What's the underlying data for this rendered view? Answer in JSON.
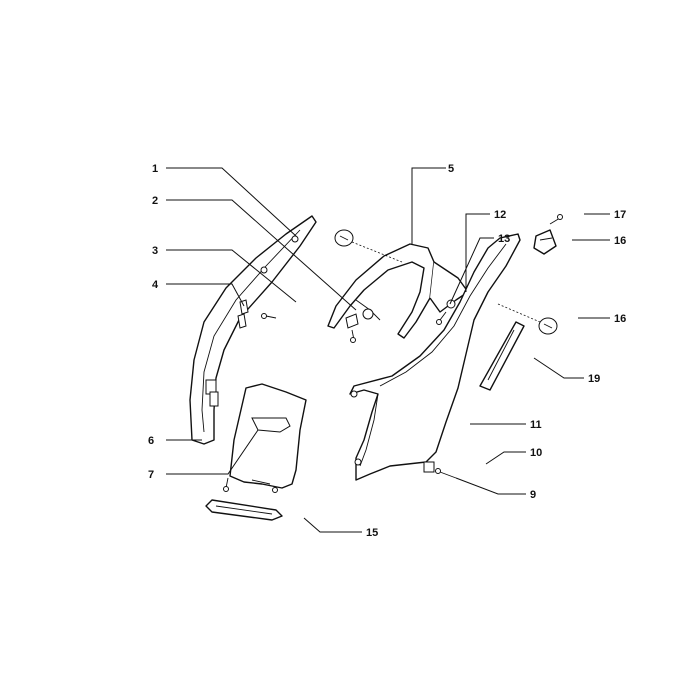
{
  "callouts": {
    "c1": "1",
    "c2": "2",
    "c3": "3",
    "c4": "4",
    "c5": "5",
    "c6": "6",
    "c7": "7",
    "c9": "9",
    "c10": "10",
    "c11": "11",
    "c12": "12",
    "c13": "13",
    "c15": "15",
    "c16a": "16",
    "c16b": "16",
    "c17": "17",
    "c19": "19"
  }
}
